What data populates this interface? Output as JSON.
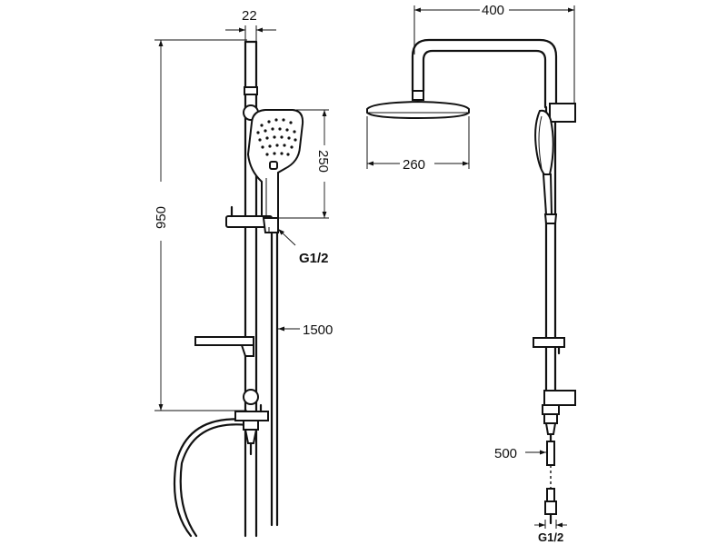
{
  "dimensions": {
    "width_22": "22",
    "height_950": "950",
    "hand_shower_250": "250",
    "connection_left": "G1/2",
    "hose_1500": "1500",
    "arm_400": "400",
    "head_260": "260",
    "pipe_500": "500",
    "connection_right": "G1/2"
  },
  "colors": {
    "line": "#111111",
    "background": "#ffffff"
  }
}
